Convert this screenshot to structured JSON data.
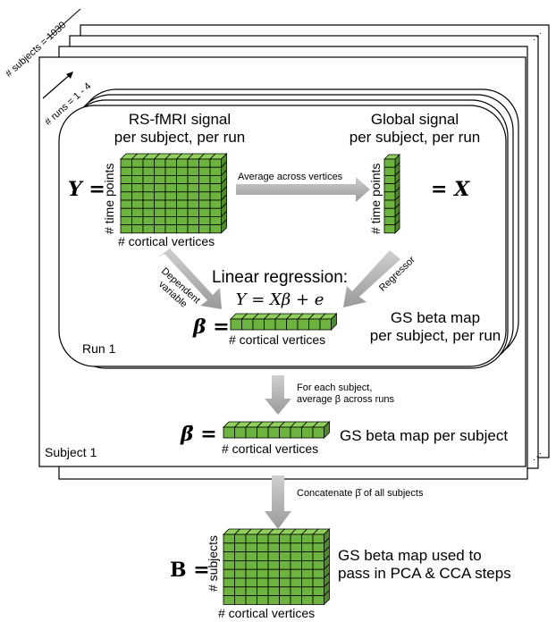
{
  "counters": {
    "subjects": "# subjects = 1030",
    "runs": "# runs = 1 - 4"
  },
  "run_panel": {
    "label": "Run 1",
    "rs_title_line1": "RS-fMRI signal",
    "rs_title_line2": "per subject, per run",
    "gs_title_line1": "Global signal",
    "gs_title_line2": "per subject, per run",
    "Y_eq": "Y =",
    "X_eq": "= X",
    "time_points": "# time points",
    "cortical_vertices_Y": "# cortical vertices",
    "average_label": "Average across vertices",
    "dependent_line1": "Dependent",
    "dependent_line2": "variable",
    "regressor": "Regressor",
    "regression_title": "Linear regression:",
    "regression_formula": "Y = Xβ + e",
    "beta_eq": "β =",
    "cortical_vertices_beta": "# cortical vertices",
    "gs_beta_line1": "GS beta map",
    "gs_beta_line2": "per subject, per run"
  },
  "subject_panel": {
    "label": "Subject 1",
    "avg_line1": "For each subject,",
    "avg_line2": "average β across runs",
    "betabar_eq": "β̄ =",
    "cortical_vertices": "# cortical vertices",
    "gs_map": "GS beta map per subject"
  },
  "final": {
    "concat_label": "Concatenate β̄ of all subjects",
    "B_eq": "B =",
    "subjects_axis": "# subjects",
    "cortical_vertices": "# cortical vertices",
    "desc_line1": "GS beta map used to",
    "desc_line2": "pass in PCA & CCA steps"
  },
  "colors": {
    "cell_front": "#6db33f",
    "cell_side": "#4e8a2a",
    "cell_top": "#8fcf5c",
    "arrow_gray": "#a6a6a6"
  }
}
